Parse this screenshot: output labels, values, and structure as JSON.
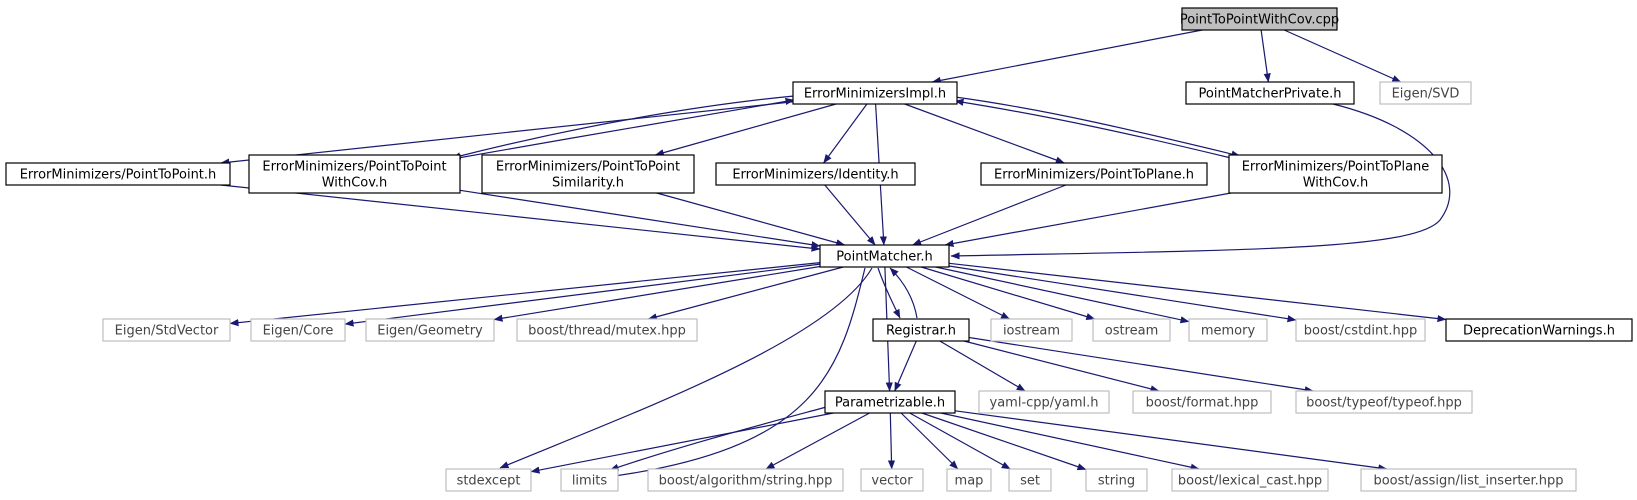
{
  "nodes": [
    {
      "id": "root",
      "lines": [
        "PointToPointWithCov.cpp"
      ],
      "style": "root"
    },
    {
      "id": "emi",
      "lines": [
        "ErrorMinimizersImpl.h"
      ],
      "style": "doc"
    },
    {
      "id": "pmp",
      "lines": [
        "PointMatcherPrivate.h"
      ],
      "style": "doc"
    },
    {
      "id": "svd",
      "lines": [
        "Eigen/SVD"
      ],
      "style": "ext"
    },
    {
      "id": "ptp",
      "lines": [
        "ErrorMinimizers/PointToPoint.h"
      ],
      "style": "doc"
    },
    {
      "id": "ptpcov",
      "lines": [
        "ErrorMinimizers/PointToPoint",
        "WithCov.h"
      ],
      "style": "doc"
    },
    {
      "id": "ptpsim",
      "lines": [
        "ErrorMinimizers/PointToPoint",
        "Similarity.h"
      ],
      "style": "doc"
    },
    {
      "id": "ident",
      "lines": [
        "ErrorMinimizers/Identity.h"
      ],
      "style": "doc"
    },
    {
      "id": "ptpl",
      "lines": [
        "ErrorMinimizers/PointToPlane.h"
      ],
      "style": "doc"
    },
    {
      "id": "ptplcov",
      "lines": [
        "ErrorMinimizers/PointToPlane",
        "WithCov.h"
      ],
      "style": "doc"
    },
    {
      "id": "pm",
      "lines": [
        "PointMatcher.h"
      ],
      "style": "doc"
    },
    {
      "id": "stdvec",
      "lines": [
        "Eigen/StdVector"
      ],
      "style": "ext"
    },
    {
      "id": "core",
      "lines": [
        "Eigen/Core"
      ],
      "style": "ext"
    },
    {
      "id": "geom",
      "lines": [
        "Eigen/Geometry"
      ],
      "style": "ext"
    },
    {
      "id": "mutex",
      "lines": [
        "boost/thread/mutex.hpp"
      ],
      "style": "ext"
    },
    {
      "id": "reg",
      "lines": [
        "Registrar.h"
      ],
      "style": "doc"
    },
    {
      "id": "iostream",
      "lines": [
        "iostream"
      ],
      "style": "ext"
    },
    {
      "id": "ostream",
      "lines": [
        "ostream"
      ],
      "style": "ext"
    },
    {
      "id": "memory",
      "lines": [
        "memory"
      ],
      "style": "ext"
    },
    {
      "id": "cstdint",
      "lines": [
        "boost/cstdint.hpp"
      ],
      "style": "ext"
    },
    {
      "id": "depr",
      "lines": [
        "DeprecationWarnings.h"
      ],
      "style": "doc"
    },
    {
      "id": "yaml",
      "lines": [
        "yaml-cpp/yaml.h"
      ],
      "style": "ext"
    },
    {
      "id": "format",
      "lines": [
        "boost/format.hpp"
      ],
      "style": "ext"
    },
    {
      "id": "typeof",
      "lines": [
        "boost/typeof/typeof.hpp"
      ],
      "style": "ext"
    },
    {
      "id": "param",
      "lines": [
        "Parametrizable.h"
      ],
      "style": "doc"
    },
    {
      "id": "stdexcept",
      "lines": [
        "stdexcept"
      ],
      "style": "ext"
    },
    {
      "id": "limits",
      "lines": [
        "limits"
      ],
      "style": "ext"
    },
    {
      "id": "algostr",
      "lines": [
        "boost/algorithm/string.hpp"
      ],
      "style": "ext"
    },
    {
      "id": "vector",
      "lines": [
        "vector"
      ],
      "style": "ext"
    },
    {
      "id": "map",
      "lines": [
        "map"
      ],
      "style": "ext"
    },
    {
      "id": "set",
      "lines": [
        "set"
      ],
      "style": "ext"
    },
    {
      "id": "string",
      "lines": [
        "string"
      ],
      "style": "ext"
    },
    {
      "id": "lexcast",
      "lines": [
        "boost/lexical_cast.hpp"
      ],
      "style": "ext"
    },
    {
      "id": "listins",
      "lines": [
        "boost/assign/list_inserter.hpp"
      ],
      "style": "ext"
    }
  ],
  "edges": [
    [
      "root",
      "emi"
    ],
    [
      "root",
      "pmp"
    ],
    [
      "root",
      "svd"
    ],
    [
      "emi",
      "ptp"
    ],
    [
      "emi",
      "ptpcov"
    ],
    [
      "emi",
      "ptpsim"
    ],
    [
      "emi",
      "ident"
    ],
    [
      "emi",
      "ptpl"
    ],
    [
      "emi",
      "ptplcov"
    ],
    [
      "emi",
      "pm"
    ],
    [
      "ptpcov",
      "emi"
    ],
    [
      "ptplcov",
      "emi"
    ],
    [
      "pmp",
      "pm"
    ],
    [
      "ptp",
      "pm"
    ],
    [
      "ptpcov",
      "pm"
    ],
    [
      "ptpsim",
      "pm"
    ],
    [
      "ident",
      "pm"
    ],
    [
      "ptpl",
      "pm"
    ],
    [
      "ptplcov",
      "pm"
    ],
    [
      "pm",
      "stdvec"
    ],
    [
      "pm",
      "core"
    ],
    [
      "pm",
      "geom"
    ],
    [
      "pm",
      "mutex"
    ],
    [
      "pm",
      "reg"
    ],
    [
      "reg",
      "pm"
    ],
    [
      "pm",
      "iostream"
    ],
    [
      "pm",
      "ostream"
    ],
    [
      "pm",
      "memory"
    ],
    [
      "pm",
      "cstdint"
    ],
    [
      "pm",
      "depr"
    ],
    [
      "pm",
      "param"
    ],
    [
      "pm",
      "stdexcept"
    ],
    [
      "pm",
      "limits"
    ],
    [
      "reg",
      "param"
    ],
    [
      "reg",
      "yaml"
    ],
    [
      "reg",
      "format"
    ],
    [
      "reg",
      "typeof"
    ],
    [
      "param",
      "stdexcept"
    ],
    [
      "param",
      "limits"
    ],
    [
      "param",
      "algostr"
    ],
    [
      "param",
      "vector"
    ],
    [
      "param",
      "map"
    ],
    [
      "param",
      "set"
    ],
    [
      "param",
      "string"
    ],
    [
      "param",
      "lexcast"
    ],
    [
      "param",
      "listins"
    ]
  ],
  "colors": {
    "edge": "#191970",
    "doc_border": "#000000",
    "ext_border": "#bfbfbf",
    "root_fill": "#bfbfbf",
    "node_fill": "#ffffff"
  }
}
